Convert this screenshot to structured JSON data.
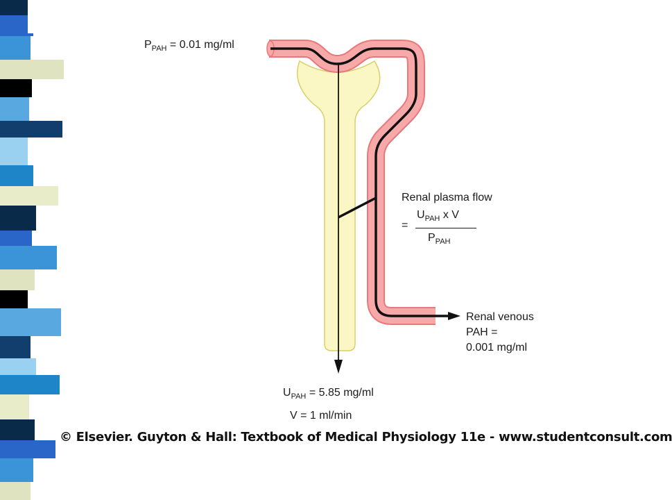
{
  "labels": {
    "p_in_main": "P",
    "p_in_sub": "PAH",
    "p_in_value": " = 0.01 mg/ml",
    "rpf_title": "Renal plasma flow",
    "rpf_equals": "=",
    "rpf_num_main": "U",
    "rpf_num_sub": "PAH",
    "rpf_num_rest": " x V",
    "rpf_den_main": "P",
    "rpf_den_sub": "PAH",
    "venous_line1": "Renal venous",
    "venous_line2": "PAH =",
    "venous_line3": "0.001 mg/ml",
    "u_main": "U",
    "u_sub": "PAH",
    "u_value": " = 5.85 mg/ml",
    "v_value": "V = 1 ml/min"
  },
  "footer": {
    "copyright": "© Elsevier. Guyton & Hall: Textbook of Medical Physiology 11e - www.studentconsult.com"
  },
  "colors": {
    "vessel_fill": "#f7a9a9",
    "vessel_stroke": "#e8787a",
    "tubule_fill": "#fbf7c4",
    "tubule_stroke": "#d9cf6a",
    "flow_line": "#111111"
  }
}
